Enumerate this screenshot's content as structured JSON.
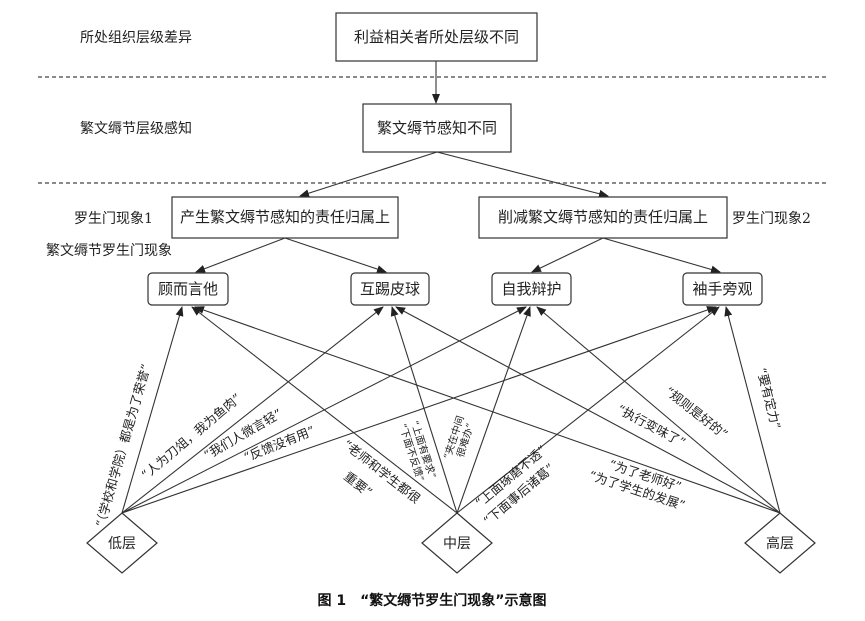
{
  "rows": {
    "row1_label": "所处组织层级差异",
    "row2_label": "繁文缛节层级感知",
    "phenomenon1_label": "罗生门现象1",
    "phenomenon2_label": "罗生门现象2",
    "row4_label": "繁文缛节罗生门现象"
  },
  "nodes": {
    "top": "利益相关者所处层级不同",
    "perception": "繁文缛节感知不同",
    "resp_left": "产生繁文缛节感知的责任归属上",
    "resp_right": "削减繁文缛节感知的责任归属上",
    "behaviors": [
      "顾而言他",
      "互踢皮球",
      "自我辩护",
      "袖手旁观"
    ],
    "levels": [
      "低层",
      "中层",
      "高层"
    ]
  },
  "edges": {
    "low_to_0": "“（学校和学院）都是为了荣誉”",
    "low_to_1": "“人为刀俎，我为鱼肉”",
    "low_to_2": "“我们人微言轻”",
    "low_to_3": "“反馈没有用”",
    "mid_to_0_line1": "“老师和学生都很",
    "mid_to_0_line2": "重要”",
    "mid_to_1_line1": "“上面有要求”",
    "mid_to_1_line2": "“下面不反馈”",
    "mid_to_2_line1": "“夹在中间",
    "mid_to_2_line2": "很难办”",
    "mid_to_3_line1": "“上面琢磨不透”",
    "mid_to_3_line2": "“下面事后诸葛”",
    "high_to_0_line1": "“为了老师好”",
    "high_to_0_line2": "“为了学生的发展”",
    "high_to_1": "“执行变味了”",
    "high_to_2": "“规则是好的”",
    "high_to_3": "“要有定力”"
  },
  "caption": "图 1　“繁文缛节罗生门现象”示意图"
}
